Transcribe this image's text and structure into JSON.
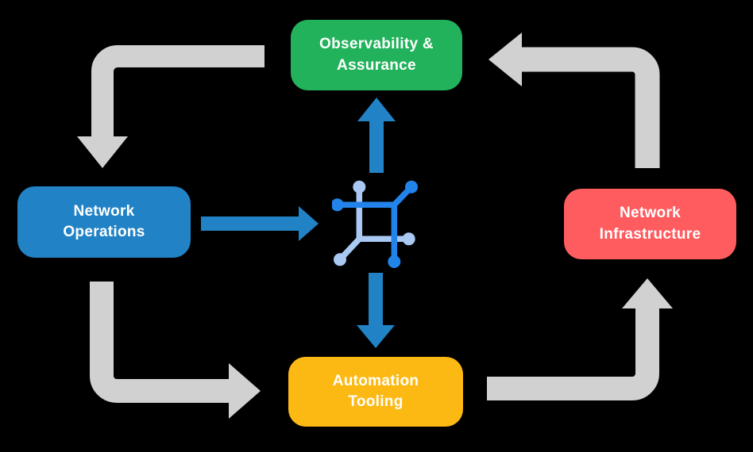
{
  "colors": {
    "background": "#000000",
    "cycle_arrow": "#d1d1d1",
    "flow_arrow": "#2183c5",
    "icon_dark_blue": "#2284ea",
    "icon_light_blue": "#a9c9f3",
    "label_text": "#ffffff"
  },
  "nodes": [
    {
      "id": "observability-assurance",
      "label": "Observability &\nAssurance",
      "color": "#22b25c"
    },
    {
      "id": "network-operations",
      "label": "Network\nOperations",
      "color": "#2183c5"
    },
    {
      "id": "network-infrastructure",
      "label": "Network\nInfrastructure",
      "color": "#fe5c5f"
    },
    {
      "id": "automation-tooling",
      "label": "Automation\nTooling",
      "color": "#fdb913"
    }
  ],
  "center_icon": {
    "name": "network-automation-icon"
  },
  "cycle_arrows": [
    {
      "from": "observability-assurance",
      "to": "network-operations",
      "direction": "left-then-down"
    },
    {
      "from": "network-operations",
      "to": "automation-tooling",
      "direction": "down-then-right"
    },
    {
      "from": "automation-tooling",
      "to": "network-infrastructure",
      "direction": "right-then-up"
    },
    {
      "from": "network-infrastructure",
      "to": "observability-assurance",
      "direction": "up-then-left"
    }
  ],
  "flow_arrows": [
    {
      "from": "network-operations",
      "to": "center-icon",
      "direction": "right"
    },
    {
      "from": "center-icon",
      "to": "observability-assurance",
      "direction": "up"
    },
    {
      "from": "center-icon",
      "to": "automation-tooling",
      "direction": "down"
    }
  ]
}
